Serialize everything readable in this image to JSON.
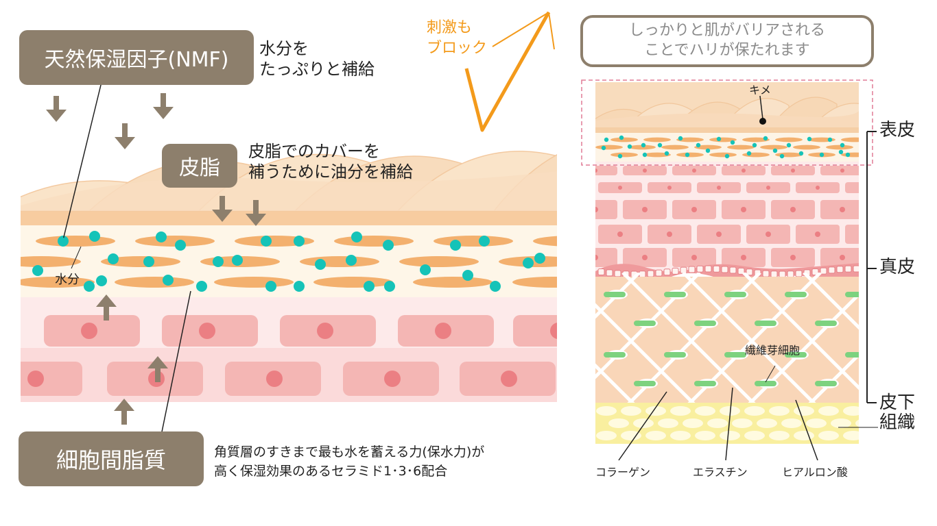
{
  "colors": {
    "pill_bg": "#8d7f6c",
    "skin_light": "#fbe3c6",
    "skin_mid": "#f7cfa4",
    "lipid": "#f3b06e",
    "water_dot": "#15c3b8",
    "cell_pink": "#f4b6b4",
    "cell_nucleus": "#eb7f83",
    "elastin": "#7dd27f",
    "fat": "#f9ef9f",
    "stimulus": "#f39a1b",
    "epidermis_box": "#e07b95"
  },
  "left": {
    "nmf": {
      "label": "天然保湿因子(NMF)",
      "desc_lines": [
        "水分を",
        "たっぷりと補給"
      ]
    },
    "sebum": {
      "label": "皮脂",
      "desc_lines": [
        "皮脂でのカバーを",
        "補うために油分を補給"
      ]
    },
    "lipid": {
      "label": "細胞間脂質",
      "desc_lines": [
        "角質層のすきまで最も水を蓄える力(保水力)が",
        "高く保湿効果のあるセラミド1･3･6配合"
      ]
    },
    "water_label": "水分",
    "stimulus_lines": [
      "刺激も",
      "ブロック"
    ]
  },
  "right": {
    "caption_lines": [
      "しっかりと肌がバリアされる",
      "ことでハリが保たれます"
    ],
    "kime": "キメ",
    "layers": {
      "epidermis": "表皮",
      "dermis": "真皮",
      "subcutis_lines": [
        "皮下",
        "組織"
      ]
    },
    "fibroblast": "繊維芽細胞",
    "bottom_labels": {
      "collagen": "コラーゲン",
      "elastin": "エラスチン",
      "hyaluronic": "ヒアルロン酸"
    }
  }
}
